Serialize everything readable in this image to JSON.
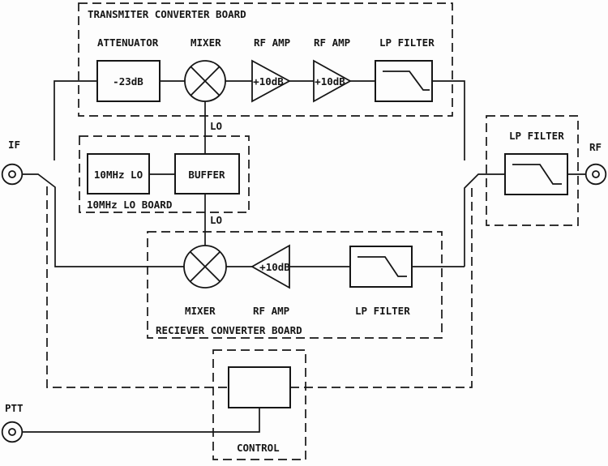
{
  "colors": {
    "background": "#fdfdfd",
    "line": "#161616"
  },
  "connectors": {
    "if": {
      "label": "IF"
    },
    "rf": {
      "label": "RF"
    },
    "ptt": {
      "label": "PTT"
    }
  },
  "lo_signal": {
    "top_label": "LO",
    "bottom_label": "LO"
  },
  "transmitter_board": {
    "title": "TRANSMITER CONVERTER BOARD",
    "attenuator": {
      "label": "ATTENUATOR",
      "value": "-23dB"
    },
    "mixer": {
      "label": "MIXER"
    },
    "rf_amp_1": {
      "label": "RF AMP",
      "gain": "+10dB"
    },
    "rf_amp_2": {
      "label": "RF AMP",
      "gain": "+10dB"
    },
    "lp_filter": {
      "label": "LP FILTER"
    }
  },
  "lo_board": {
    "title": "10MHz LO BOARD",
    "oscillator": {
      "label": "10MHz LO"
    },
    "buffer": {
      "label": "BUFFER"
    }
  },
  "receiver_board": {
    "title": "RECIEVER CONVERTER BOARD",
    "mixer": {
      "label": "MIXER"
    },
    "rf_amp": {
      "label": "RF AMP",
      "gain": "+10dB"
    },
    "lp_filter": {
      "label": "LP FILTER"
    }
  },
  "rf_filter_board": {
    "title": "LP FILTER"
  },
  "control_board": {
    "title": "CONTROL"
  }
}
